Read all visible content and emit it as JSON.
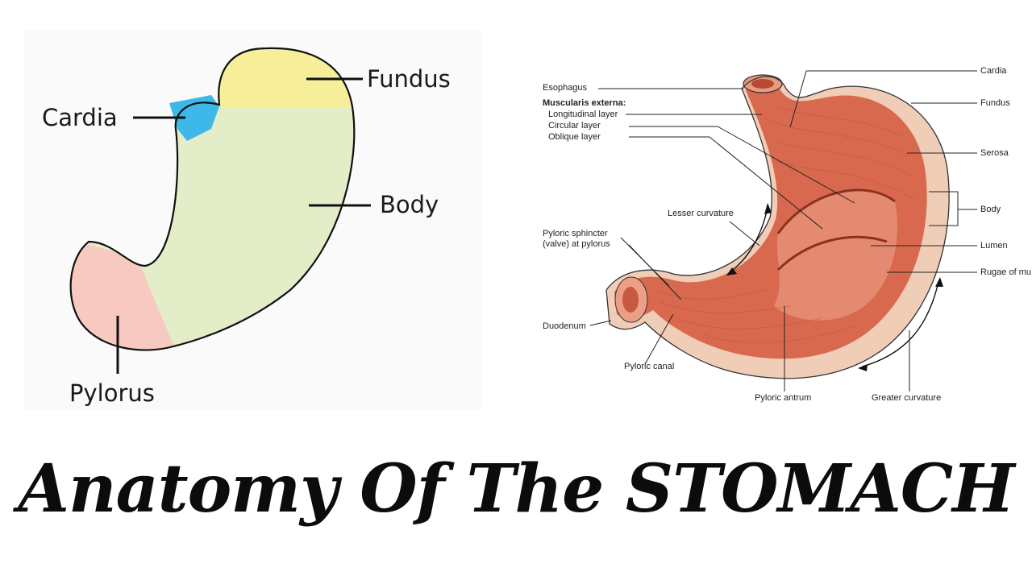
{
  "title": "Anatomy Of The STOMACH",
  "left_diagram": {
    "labels": {
      "fundus": "Fundus",
      "cardia": "Cardia",
      "body": "Body",
      "pylorus": "Pylorus"
    },
    "colors": {
      "fundus": "#f7ee9a",
      "cardia": "#3db8e8",
      "body": "#e3edc7",
      "pylorus": "#f7c9c0"
    }
  },
  "right_diagram": {
    "labels": {
      "esophagus": "Esophagus",
      "muscularis": "Muscularis externa:",
      "longitudinal": "Longitudinal layer",
      "circular": "Circular layer",
      "oblique": "Oblique layer",
      "lesser_curvature": "Lesser curvature",
      "pyloric_sphincter_1": "Pyloric sphincter",
      "pyloric_sphincter_2": "(valve) at pylorus",
      "duodenum": "Duodenum",
      "pyloric_canal": "Pyloric canal",
      "pyloric_antrum": "Pyloric antrum",
      "greater_curvature": "Greater curvature",
      "cardia": "Cardia",
      "fundus": "Fundus",
      "serosa": "Serosa",
      "body": "Body",
      "lumen": "Lumen",
      "rugae": "Rugae of mu"
    },
    "colors": {
      "muscle": "#d9694e",
      "serosa": "#f0cdb6",
      "lumen": "#e48a70"
    }
  }
}
